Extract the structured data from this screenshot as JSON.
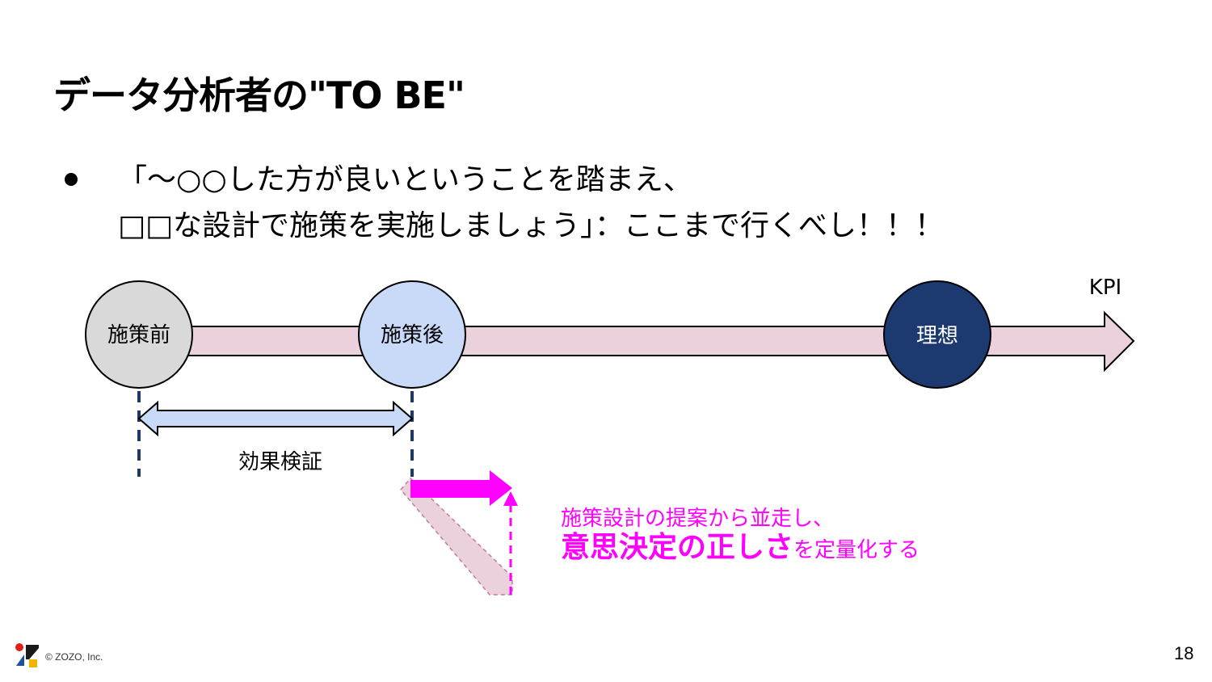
{
  "slide": {
    "title": "データ分析者の\"TO BE\"",
    "bullet_line1": "「～○○した方が良いということを踏まえ、",
    "bullet_line2": "□□な設計で施策を実施しましょう」：ここまで行くべし！！！"
  },
  "diagram": {
    "axis_label": "KPI",
    "nodes": [
      {
        "label": "施策前",
        "fill": "#d9d9d9",
        "text_color": "#000000"
      },
      {
        "label": "施策後",
        "fill": "#c9daf8",
        "text_color": "#000000"
      },
      {
        "label": "理想",
        "fill": "#1c3a70",
        "text_color": "#ffffff"
      }
    ],
    "span_label": "効果検証",
    "callout_line1": "施策設計の提案から並走し、",
    "callout_bold": "意思決定の正しさ",
    "callout_rest": "を定量化する"
  },
  "colors": {
    "kpi_arrow_fill": "#ead1dc",
    "span_arrow_fill": "#c9daf8",
    "accent_magenta": "#ff00ff",
    "dashed_line": "#1f3864"
  },
  "footer": {
    "copyright": "© ZOZO, Inc.",
    "page_number": "18"
  }
}
